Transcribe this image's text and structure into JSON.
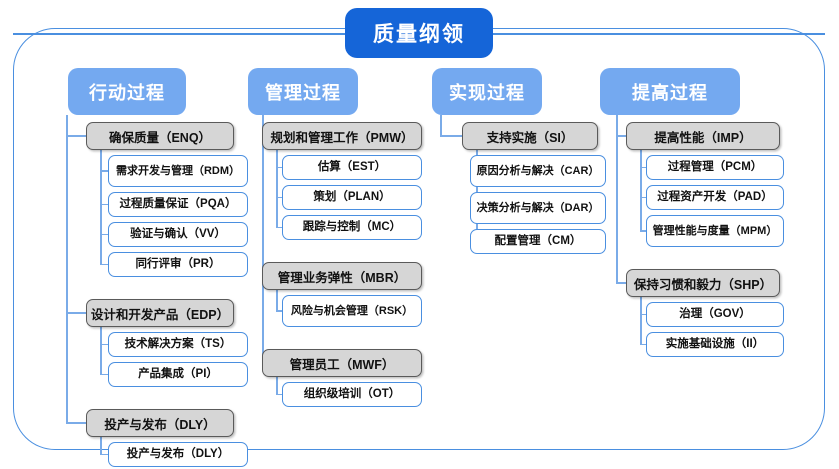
{
  "title": {
    "label": "质量纲领"
  },
  "colors": {
    "title_bg": "#1565d8",
    "category_bg": "#74a9f0",
    "group_bg": "#d6d6d6",
    "leaf_border": "#4a8fe0",
    "connector": "#7aabe8",
    "frame_border": "#4a8fe0"
  },
  "columns": [
    {
      "header": "行动过程",
      "groups": [
        {
          "label": "确保质量（ENQ）",
          "children": [
            "需求开发与管理（RDM）",
            "过程质量保证（PQA）",
            "验证与确认（VV）",
            "同行评审（PR）"
          ]
        },
        {
          "label": "设计和开发产品（EDP）",
          "children": [
            "技术解决方案（TS）",
            "产品集成（PI）"
          ]
        },
        {
          "label": "投产与发布（DLY）",
          "children": [
            "投产与发布（DLY）"
          ]
        }
      ]
    },
    {
      "header": "管理过程",
      "groups": [
        {
          "label": "规划和管理工作（PMW）",
          "children": [
            "估算（EST）",
            "策划（PLAN）",
            "跟踪与控制（MC）"
          ]
        },
        {
          "label": "管理业务弹性（MBR）",
          "children": [
            "风险与机会管理（RSK）"
          ]
        },
        {
          "label": "管理员工（MWF）",
          "children": [
            "组织级培训（OT）"
          ]
        }
      ]
    },
    {
      "header": "实现过程",
      "groups": [
        {
          "label": "支持实施（SI）",
          "children": [
            "原因分析与解决（CAR）",
            "决策分析与解决（DAR）",
            "配置管理（CM）"
          ]
        }
      ]
    },
    {
      "header": "提高过程",
      "groups": [
        {
          "label": "提高性能（IMP）",
          "children": [
            "过程管理（PCM）",
            "过程资产开发（PAD）",
            "管理性能与度量（MPM）"
          ]
        },
        {
          "label": "保持习惯和毅力（SHP）",
          "children": [
            "治理（GOV）",
            "实施基础设施（II）"
          ]
        }
      ]
    }
  ]
}
